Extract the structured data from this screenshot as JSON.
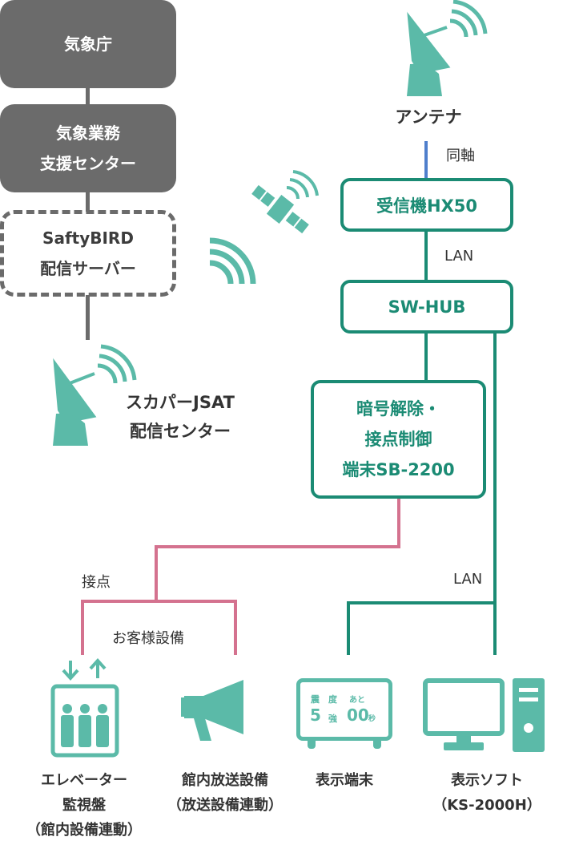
{
  "left": {
    "jma": "気象庁",
    "support": [
      "気象業務",
      "支援センター"
    ],
    "server": [
      "SaftyBIRD",
      "配信サーバー"
    ],
    "skyperfect": [
      "スカパーJSAT",
      "配信センター"
    ]
  },
  "right": {
    "antenna": "アンテナ",
    "coax": "同軸",
    "receiver": "受信機HX50",
    "lan1": "LAN",
    "hub": "SW-HUB",
    "decoder": [
      "暗号解除・",
      "接点制御",
      "端末SB-2200"
    ],
    "lan2": "LAN"
  },
  "lower": {
    "contact": "接点",
    "guest_equipment": "お客様設備"
  },
  "display": {
    "row1": [
      "震",
      "度",
      "あと"
    ],
    "num1": "5",
    "strong": "強",
    "num2": "00",
    "sec": "秒"
  },
  "devices": {
    "elevator": [
      "エレベーター",
      "監視盤",
      "（館内設備連動）"
    ],
    "broadcast": [
      "館内放送設備",
      "（放送設備連動）"
    ],
    "terminal": [
      "表示端末"
    ],
    "software": [
      "表示ソフト",
      "（KS-2000H）"
    ]
  },
  "colors": {
    "teal": "#1b8b74",
    "icon": "#5bbaa8",
    "gray": "#6b6b6b",
    "pink": "#d4728f",
    "blue": "#4f7fcc"
  }
}
